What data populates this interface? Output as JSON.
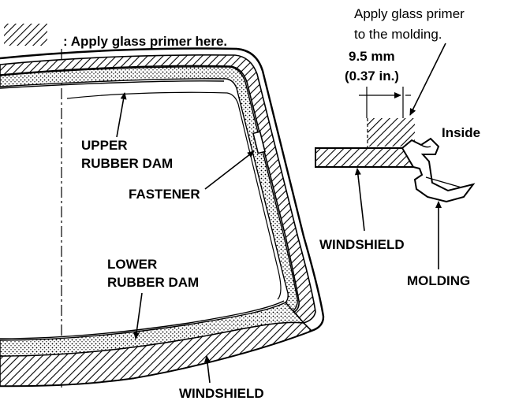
{
  "legend": {
    "text": ": Apply glass primer here."
  },
  "callout": {
    "line1": "Apply glass primer",
    "line2": "to the molding."
  },
  "dimension": {
    "mm": "9.5 mm",
    "inch": "(0.37 in.)"
  },
  "labels": {
    "upper_dam_line1": "UPPER",
    "upper_dam_line2": "RUBBER DAM",
    "fastener": "FASTENER",
    "lower_dam_line1": "LOWER",
    "lower_dam_line2": "RUBBER DAM",
    "windshield_bottom": "WINDSHIELD",
    "inside": "Inside",
    "windshield_detail": "WINDSHIELD",
    "molding": "MOLDING"
  },
  "colors": {
    "ink": "#000000",
    "paper": "#ffffff"
  }
}
